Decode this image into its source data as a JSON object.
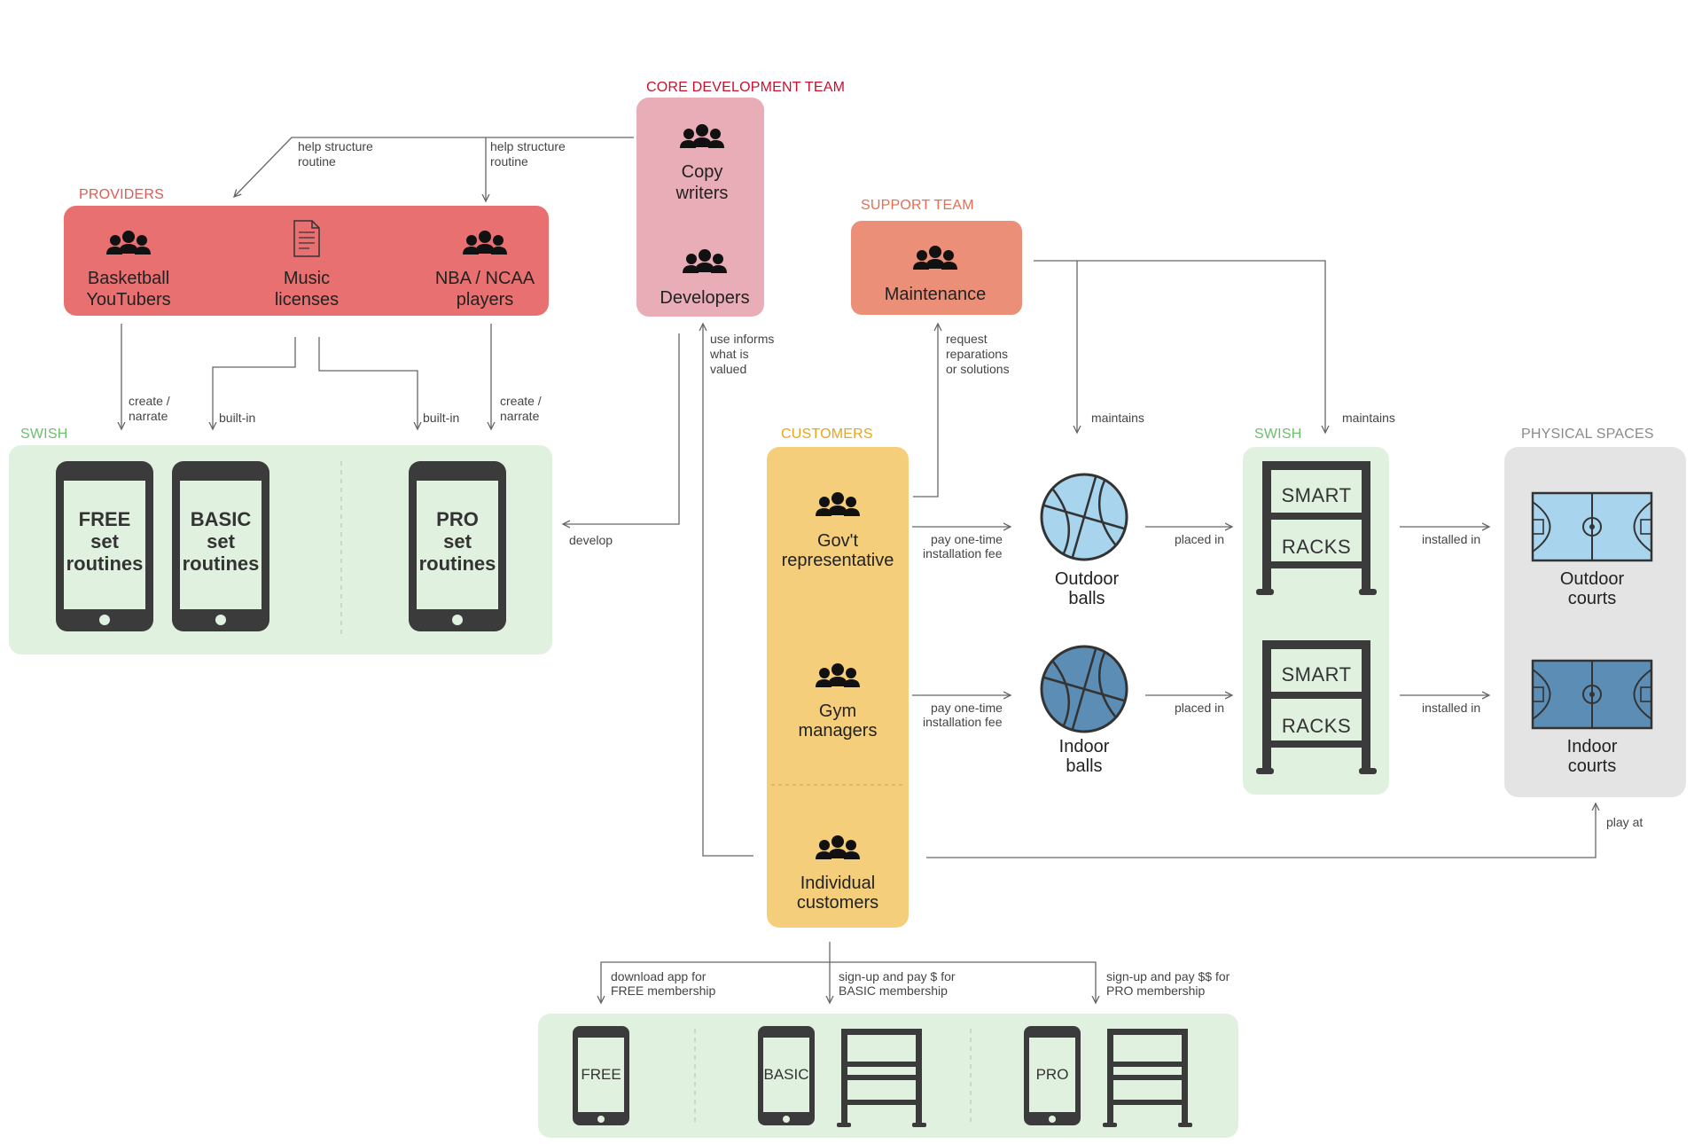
{
  "headers": {
    "core_team": "CORE DEVELOPMENT TEAM",
    "providers": "PROVIDERS",
    "support_team": "SUPPORT TEAM",
    "swish_left": "SWISH",
    "customers": "CUSTOMERS",
    "swish_racks": "SWISH",
    "physical_spaces": "PHYSICAL SPACES"
  },
  "core_team": {
    "copywriters": [
      "Copy",
      "writers"
    ],
    "developers": "Developers"
  },
  "providers": {
    "youtubers": [
      "Basketball",
      "YouTubers"
    ],
    "music": [
      "Music",
      "licenses"
    ],
    "players": [
      "NBA / NCAA",
      "players"
    ]
  },
  "support": {
    "maintenance": "Maintenance"
  },
  "routines": {
    "free": [
      "FREE",
      "set",
      "routines"
    ],
    "basic": [
      "BASIC",
      "set",
      "routines"
    ],
    "pro": [
      "PRO",
      "set",
      "routines"
    ]
  },
  "customers": {
    "gov": [
      "Gov't",
      "representative"
    ],
    "gym": [
      "Gym",
      "managers"
    ],
    "individual": [
      "Individual",
      "customers"
    ]
  },
  "balls": {
    "outdoor": [
      "Outdoor",
      "balls"
    ],
    "indoor": [
      "Indoor",
      "balls"
    ]
  },
  "racks": {
    "line1": "SMART",
    "line2": "RACKS"
  },
  "courts": {
    "outdoor": [
      "Outdoor",
      "courts"
    ],
    "indoor": [
      "Indoor",
      "courts"
    ]
  },
  "memberships": {
    "free": "FREE",
    "basic": "BASIC",
    "pro": "PRO"
  },
  "edges": {
    "help_structure_1": [
      "help structure",
      "routine"
    ],
    "help_structure_2": [
      "help structure",
      "routine"
    ],
    "create_narrate_1": [
      "create /",
      "narrate"
    ],
    "built_in_1": "built-in",
    "built_in_2": "built-in",
    "create_narrate_2": [
      "create /",
      "narrate"
    ],
    "develop": "develop",
    "use_informs": [
      "use informs",
      "what is",
      "valued"
    ],
    "request": [
      "request",
      "reparations",
      "or solutions"
    ],
    "maintains_1": "maintains",
    "maintains_2": "maintains",
    "pay_fee_1": [
      "pay one-time",
      "installation fee"
    ],
    "pay_fee_2": [
      "pay one-time",
      "installation fee"
    ],
    "placed_in_1": "placed in",
    "placed_in_2": "placed in",
    "installed_in_1": "installed in",
    "installed_in_2": "installed in",
    "play_at": "play at",
    "download_free": [
      "download app for",
      "FREE membership"
    ],
    "signup_basic": [
      "sign-up and pay $ for",
      "BASIC membership"
    ],
    "signup_pro": [
      "sign-up and pay $$ for",
      "PRO membership"
    ]
  },
  "colors": {
    "core_header": "#c8102e",
    "providers_header": "#e05a57",
    "support_header": "#e66d4f",
    "swish_header": "#6dbf6d",
    "customers_header": "#e8a517",
    "physical_header": "#8a8a8a",
    "core_box": "#e8adb6",
    "providers_box": "#e87070",
    "support_box": "#ec8f78",
    "swish_box": "#e1f1df",
    "customers_box": "#f4ce7a",
    "physical_box": "#e4e4e4",
    "outdoor_blue": "#a8d4ee",
    "indoor_blue": "#5b8db5"
  }
}
